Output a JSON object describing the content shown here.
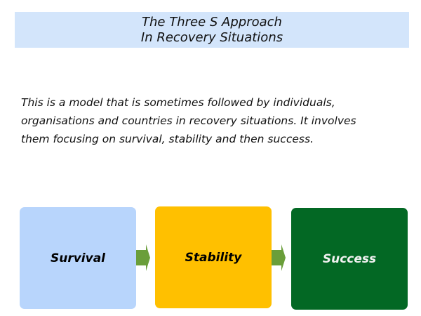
{
  "title": {
    "line1": "The Three S Approach",
    "line2": "In Recovery Situations"
  },
  "body": {
    "lines": [
      "This is a model that is sometimes followed by individuals,",
      "organisations and countries in recovery situations. It involves",
      "them focusing on survival, stability and then success."
    ]
  },
  "stages": [
    {
      "label": "Survival",
      "color": "#b8d5fc"
    },
    {
      "label": "Stability",
      "color": "#ffc000"
    },
    {
      "label": "Success",
      "color": "#036824"
    }
  ],
  "arrow_color": "#6a9e3a"
}
